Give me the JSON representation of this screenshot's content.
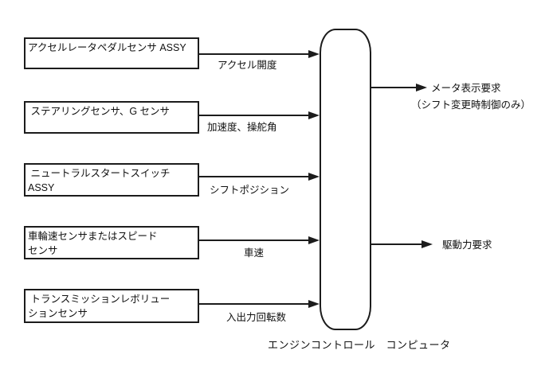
{
  "diagram": {
    "type": "block-diagram",
    "controller_label": "エンジンコントロール　コンピュータ",
    "inputs": [
      {
        "source": "アクセルレータペダルセンサ ASSY",
        "signal": "アクセル開度"
      },
      {
        "source": " ステアリングセンサ、G センサ",
        "signal": "加速度、操舵角"
      },
      {
        "source": " ニュートラルスタートスイッチ\nASSY",
        "signal": "シフトポジション"
      },
      {
        "source": "車輪速センサまたはスピード\nセンサ",
        "signal": "車速"
      },
      {
        "source": " トランスミッションレボリュー\nションセンサ",
        "signal": "入出力回転数"
      }
    ],
    "outputs": [
      {
        "label": "メータ表示要求",
        "note": "（シフト変更時制御のみ）"
      },
      {
        "label": "駆動力要求"
      }
    ],
    "colors": {
      "line": "#1c1c1c",
      "background": "#ffffff"
    }
  }
}
